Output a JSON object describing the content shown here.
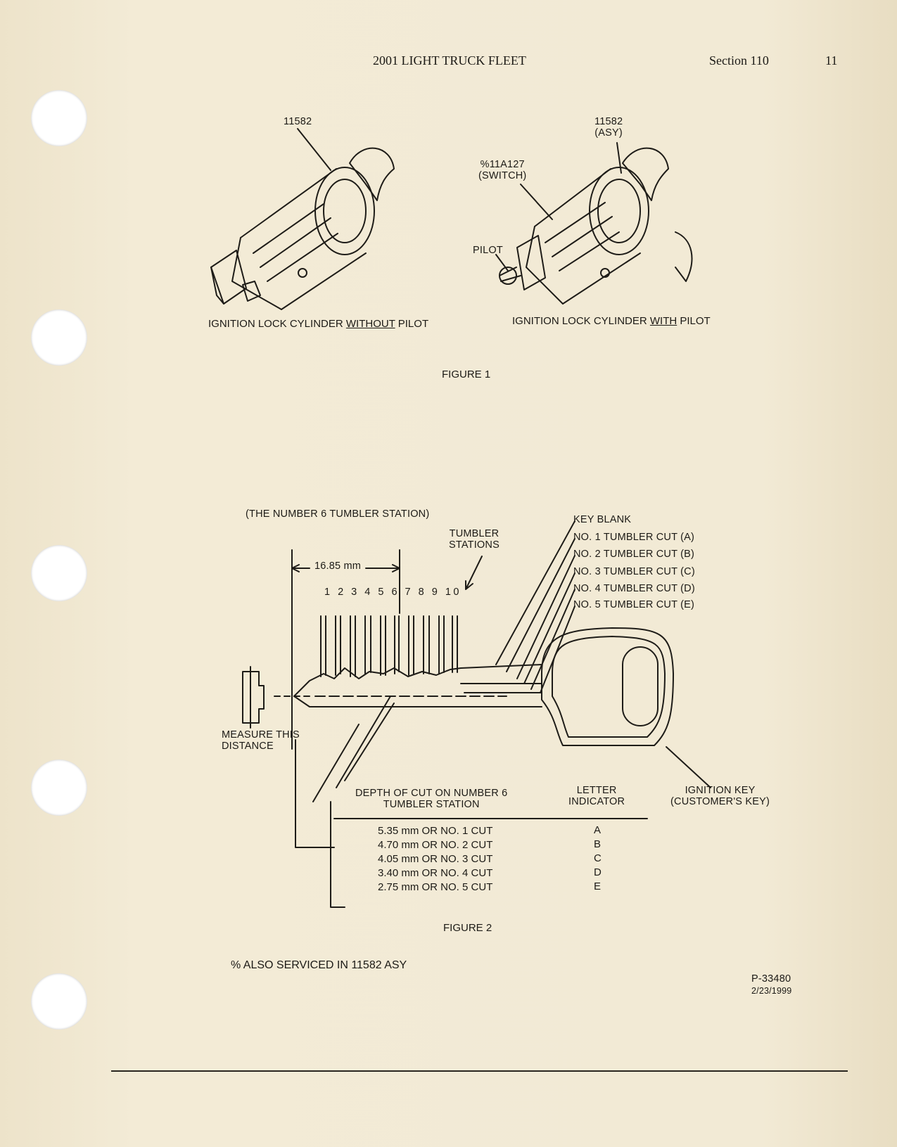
{
  "header": {
    "title": "2001  LIGHT TRUCK FLEET",
    "section": "Section 110",
    "page": "11"
  },
  "figure1": {
    "part_11582": "11582",
    "part_asy_line1": "11582",
    "part_asy_line2": "(ASY)",
    "switch_line1": "%11A127",
    "switch_line2": "(SWITCH)",
    "pilot": "PILOT",
    "left_caption_prefix": "IGNITION LOCK CYLINDER ",
    "left_caption_emphasis": "WITHOUT",
    "left_caption_suffix": " PILOT",
    "right_caption_prefix": "IGNITION LOCK CYLINDER ",
    "right_caption_emphasis": "WITH",
    "right_caption_suffix": " PILOT",
    "title": "FIGURE 1"
  },
  "figure2": {
    "number6_station": "(THE NUMBER 6 TUMBLER STATION)",
    "tumbler_stations_line1": "TUMBLER",
    "tumbler_stations_line2": "STATIONS",
    "dimension": "16.85 mm",
    "station_numbers": "1 2 3 4 5 6 7 8 9 10",
    "cut_labels": [
      "KEY BLANK",
      "NO. 1 TUMBLER CUT (A)",
      "NO. 2 TUMBLER CUT (B)",
      "NO. 3 TUMBLER CUT (C)",
      "NO. 4 TUMBLER CUT (D)",
      "NO. 5 TUMBLER CUT (E)"
    ],
    "measure_line1": "MEASURE THIS",
    "measure_line2": "DISTANCE",
    "depth_heading_line1": "DEPTH OF CUT ON NUMBER 6",
    "depth_heading_line2": "TUMBLER STATION",
    "letter_heading_line1": "LETTER",
    "letter_heading_line2": "INDICATOR",
    "ignition_key_line1": "IGNITION KEY",
    "ignition_key_line2": "(CUSTOMER'S KEY)",
    "depths": [
      {
        "depth": "5.35 mm OR NO. 1 CUT",
        "letter": "A"
      },
      {
        "depth": "4.70 mm OR NO. 2 CUT",
        "letter": "B"
      },
      {
        "depth": "4.05 mm OR NO. 3 CUT",
        "letter": "C"
      },
      {
        "depth": "3.40 mm OR NO. 4 CUT",
        "letter": "D"
      },
      {
        "depth": "2.75 mm OR NO. 5 CUT",
        "letter": "E"
      }
    ],
    "title": "FIGURE 2"
  },
  "footer": {
    "note": "% ALSO SERVICED IN 11582 ASY",
    "drawing_number": "P-33480",
    "drawing_date": "2/23/1999"
  }
}
